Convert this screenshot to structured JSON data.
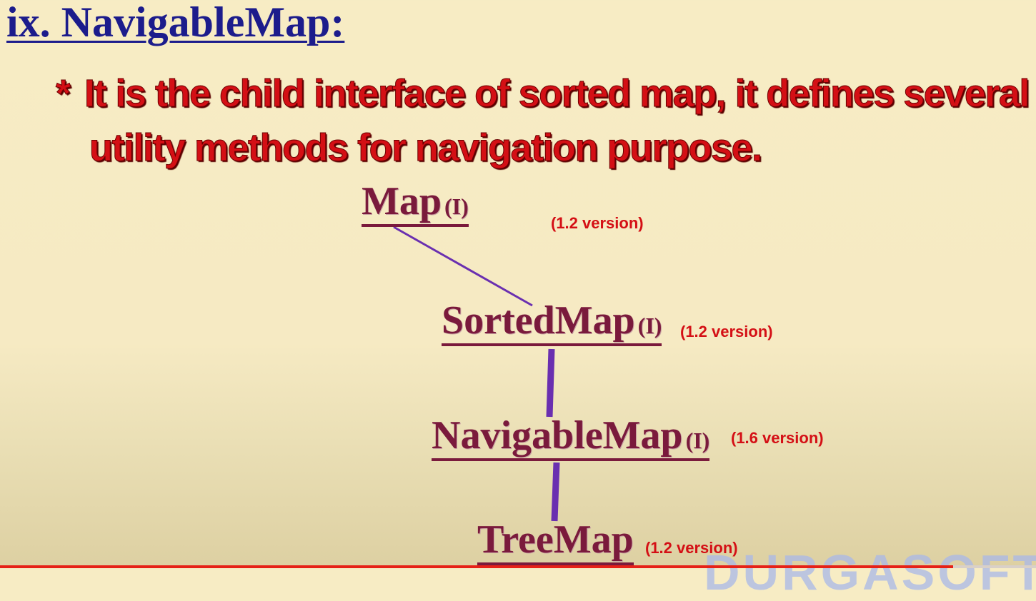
{
  "title": "ix. NavigableMap:",
  "bullet": {
    "marker": "*",
    "line1": "It is the child interface of sorted map, it defines several",
    "line2": "utility methods for navigation purpose."
  },
  "diagram": {
    "nodes": [
      {
        "id": "map",
        "name": "Map",
        "tag": "(I)",
        "version": "(1.2 version)"
      },
      {
        "id": "sortedmap",
        "name": "SortedMap",
        "tag": "(I)",
        "version": "(1.2 version)"
      },
      {
        "id": "navigablemap",
        "name": "NavigableMap",
        "tag": "(I)",
        "version": "(1.6 version)"
      },
      {
        "id": "treemap",
        "name": "TreeMap",
        "tag": "",
        "version": "(1.2 version)"
      }
    ],
    "edges": [
      {
        "from": "map",
        "to": "sortedmap"
      },
      {
        "from": "sortedmap",
        "to": "navigablemap"
      },
      {
        "from": "navigablemap",
        "to": "treemap"
      }
    ]
  },
  "watermark": "DURGASOFT",
  "video_progress": 0.92,
  "colors": {
    "title": "#1c1c8c",
    "bullet_text": "#d40f15",
    "node_text": "#7a1a3c",
    "version_text": "#d40f15",
    "edge": "#6a2fb0",
    "background": "#f7ecc4",
    "progress": "#e62117"
  }
}
